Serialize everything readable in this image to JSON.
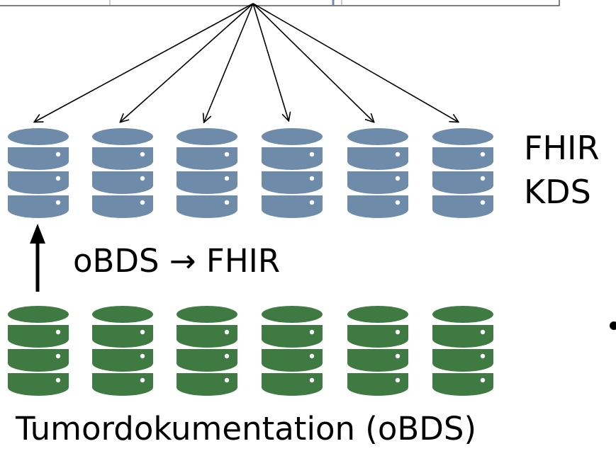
{
  "diagram": {
    "target_label_line1": "FHIR",
    "target_label_line2": "KDS",
    "conversion_label": "oBDS → FHIR",
    "source_label": "Tumordokumentation (oBDS)",
    "fhir_db_count": 6,
    "obds_db_count": 6,
    "colors": {
      "fhir_db": "#6E8CAA",
      "obds_db": "#3F7A43",
      "arrow": "#000000",
      "top_panel_border": "#555555"
    }
  }
}
